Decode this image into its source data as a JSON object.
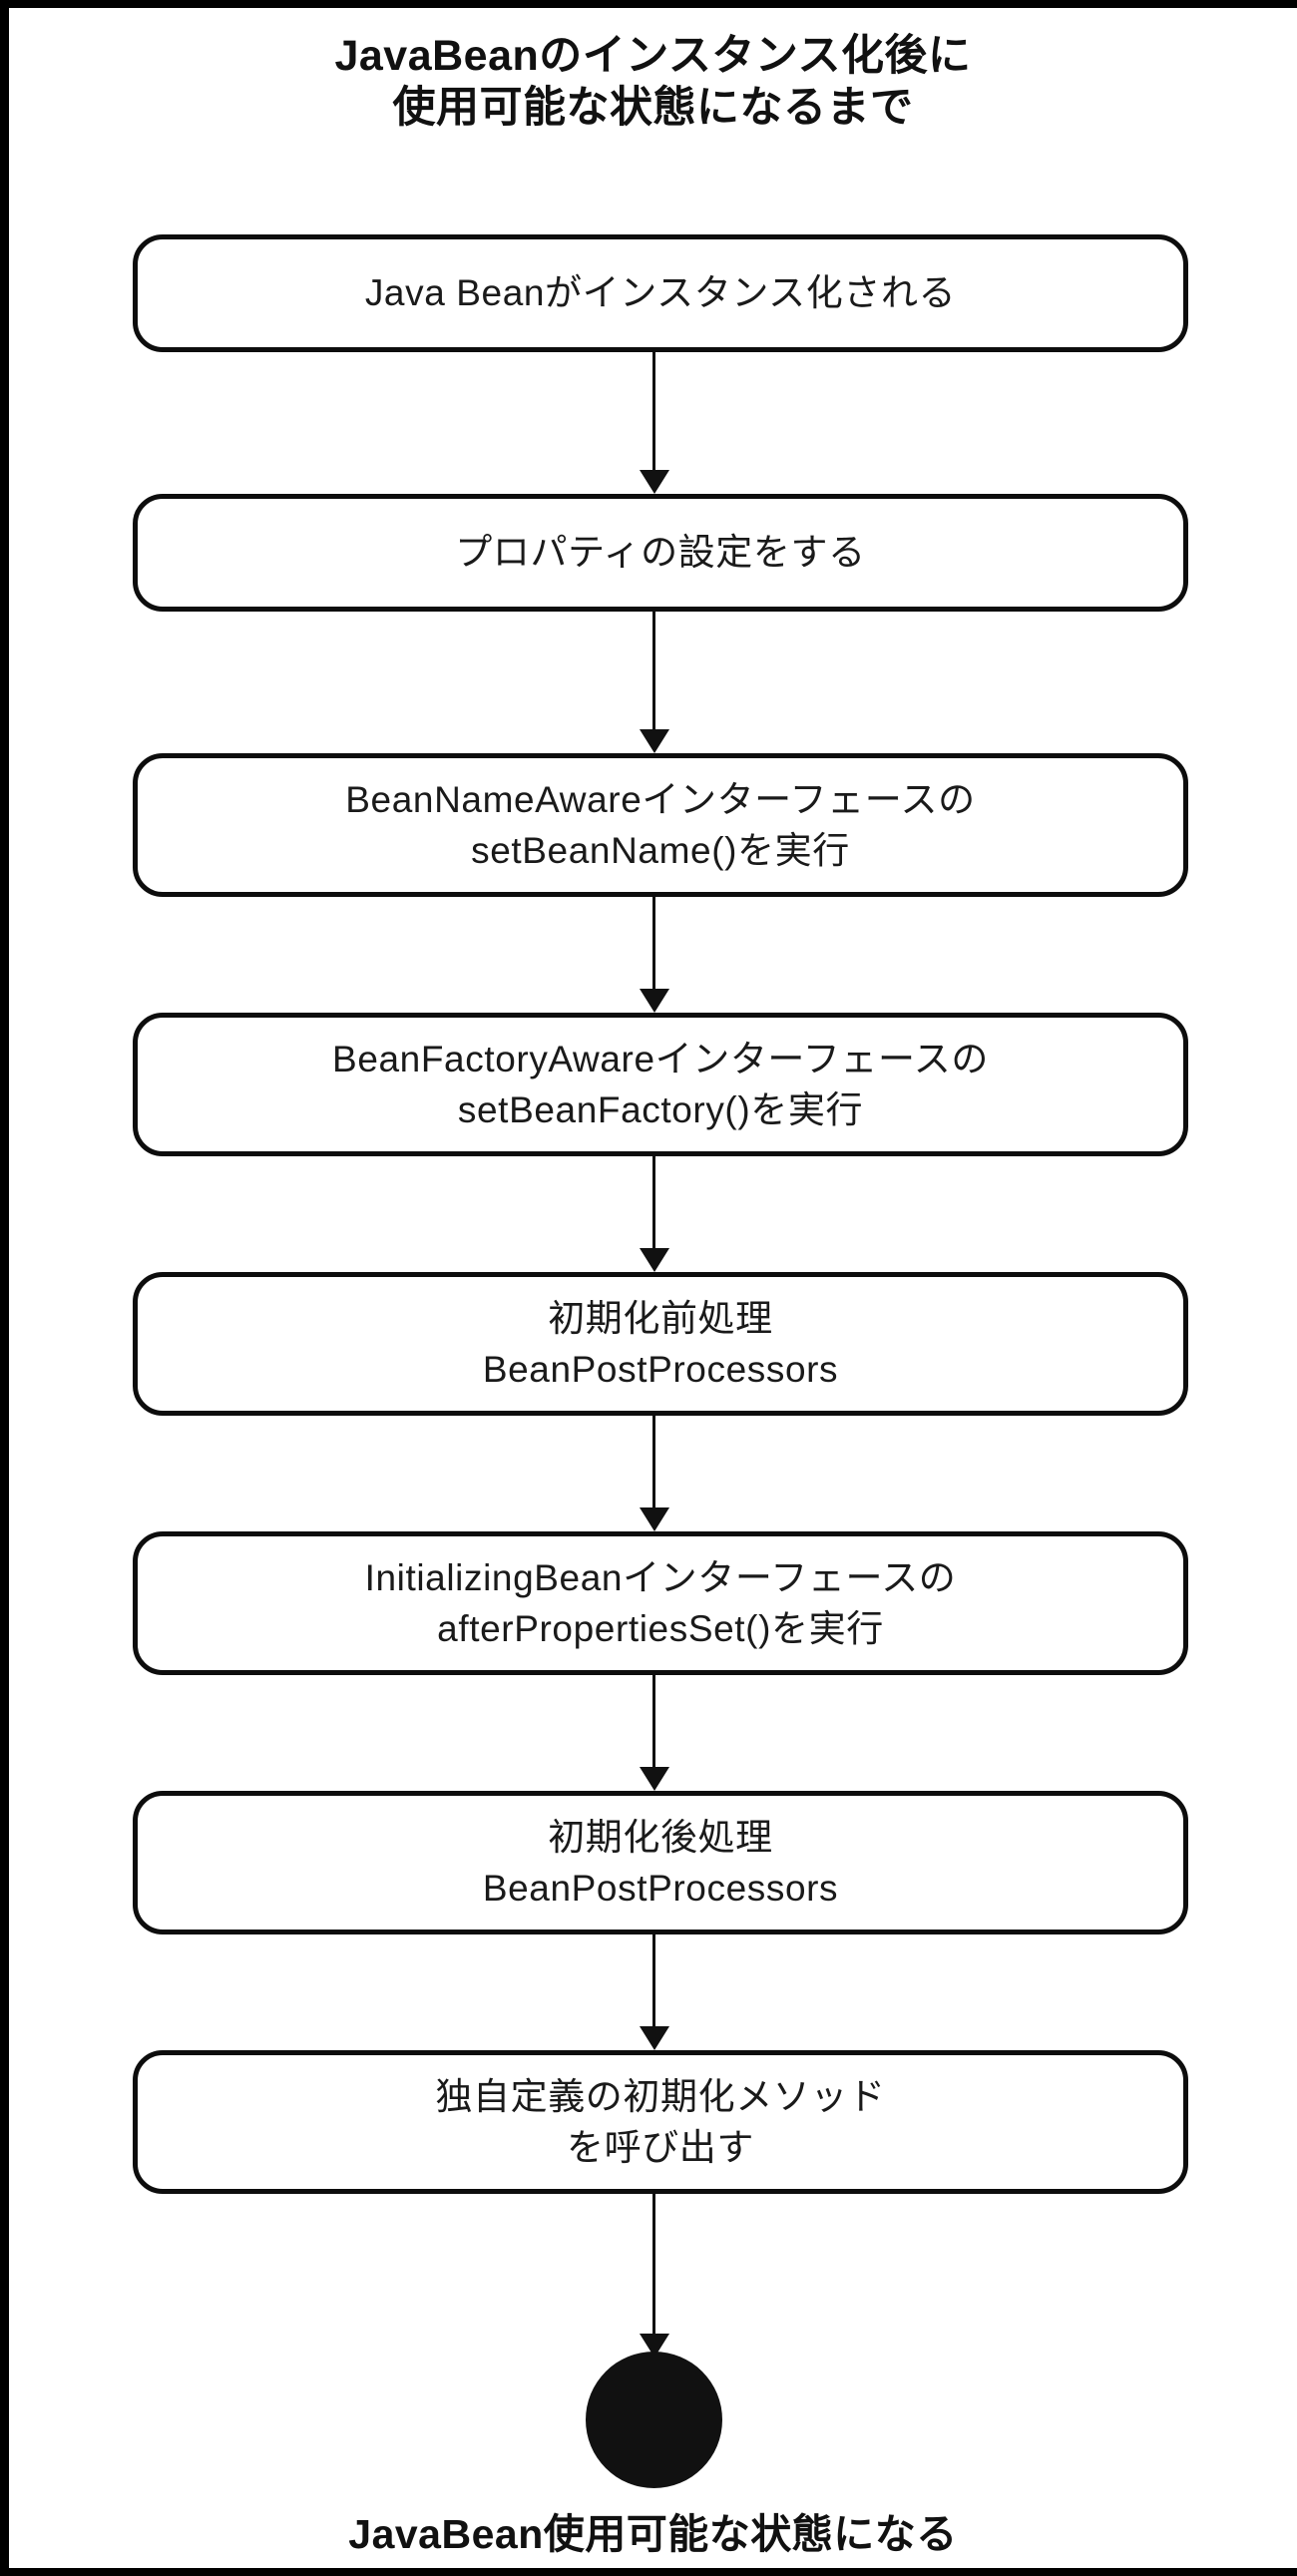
{
  "diagram": {
    "title": "JavaBeanのインスタンス化後に\n使用可能な状態になるまで",
    "type": "flowchart",
    "orientation": "vertical",
    "colors": {
      "background": "#ffffff",
      "stroke": "#111111",
      "text": "#1a1a1a",
      "frame": "#000000",
      "terminal_fill": "#111111"
    },
    "steps": [
      {
        "id": "step-1",
        "label": "Java Beanがインスタンス化される"
      },
      {
        "id": "step-2",
        "label": "プロパティの設定をする"
      },
      {
        "id": "step-3",
        "label": "BeanNameAwareインターフェースの\nsetBeanName()を実行"
      },
      {
        "id": "step-4",
        "label": "BeanFactoryAwareインターフェースの\nsetBeanFactory()を実行"
      },
      {
        "id": "step-5",
        "label": "初期化前処理\nBeanPostProcessors"
      },
      {
        "id": "step-6",
        "label": "InitializingBeanインターフェースの\nafterPropertiesSet()を実行"
      },
      {
        "id": "step-7",
        "label": "初期化後処理\nBeanPostProcessors"
      },
      {
        "id": "step-8",
        "label": "独自定義の初期化メソッド\nを呼び出す"
      }
    ],
    "terminal": {
      "shape": "filled-circle",
      "caption": "JavaBean使用可能な状態になる"
    }
  }
}
